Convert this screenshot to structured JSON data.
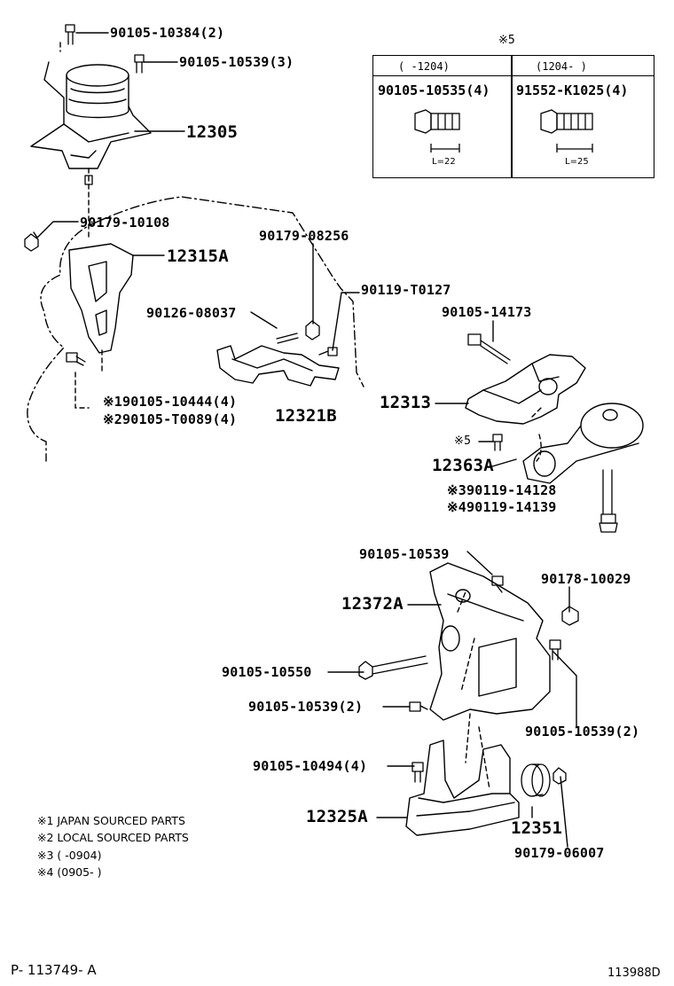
{
  "parts": {
    "p_90105_10384": "90105-10384(2)",
    "p_90105_10539_3": "90105-10539(3)",
    "p_12305": "12305",
    "p_90179_10108": "90179-10108",
    "p_12315A": "12315A",
    "p_90179_08256": "90179-08256",
    "p_90119_T0127": "90119-T0127",
    "p_90126_08037": "90126-08037",
    "p_90105_14173": "90105-14173",
    "p_12313": "12313",
    "p_12321B": "12321B",
    "p_note1_bolt": "※190105-10444(4)",
    "p_note2_bolt": "※290105-T0089(4)",
    "p_note5": "※5",
    "p_12363A": "12363A",
    "p_note3_bolt": "※390119-14128",
    "p_note4_bolt": "※490119-14139",
    "p_90105_10539_a": "90105-10539",
    "p_90178_10029": "90178-10029",
    "p_12372A": "12372A",
    "p_90105_10550": "90105-10550",
    "p_90105_10539_2a": "90105-10539(2)",
    "p_90105_10539_2b": "90105-10539(2)",
    "p_90105_10494": "90105-10494(4)",
    "p_12325A": "12325A",
    "p_12351": "12351",
    "p_90179_06007": "90179-06007"
  },
  "table": {
    "marker": "※5",
    "col1_header": "(  -1204)",
    "col2_header": "(1204-   )",
    "col1_part": "90105-10535(4)",
    "col2_part": "91552-K1025(4)",
    "col1_length": "L=22",
    "col2_length": "L=25"
  },
  "notes": {
    "n1": "※1 JAPAN SOURCED PARTS",
    "n2": "※2 LOCAL SOURCED PARTS",
    "n3": "※3 (     -0904)",
    "n4": "※4 (0905-     )"
  },
  "footer": {
    "left_code": "P- 113749- A",
    "right_code": "113988D"
  }
}
